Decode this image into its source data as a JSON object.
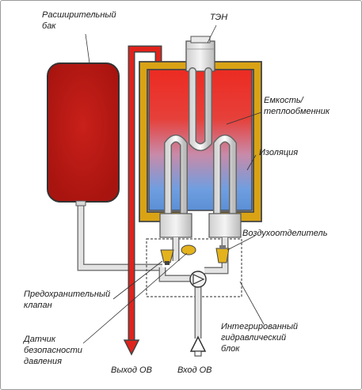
{
  "labels": {
    "expansion_tank_line1": "Расширительный",
    "expansion_tank_line2": "бак",
    "heating_element": "ТЭН",
    "container_line1": "Емкость/",
    "container_line2": "теплообменник",
    "insulation": "Изоляция",
    "air_vent": "Воздухоотделитель",
    "safety_valve_line1": "Предохранительный",
    "safety_valve_line2": "клапан",
    "pressure_sensor_line1": "Датчик",
    "pressure_sensor_line2": "безопасности",
    "pressure_sensor_line3": "давления",
    "hydraulic_block_line1": "Интегрированный",
    "hydraulic_block_line2": "гидравлический",
    "hydraulic_block_line3": "блок",
    "outlet": "Выход ОВ",
    "inlet": "Вход ОВ"
  },
  "colors": {
    "hot": "#e0231c",
    "cold": "#5b8fd6",
    "insulation": "#d9a315",
    "pipe_return": "#d8d8d8"
  }
}
